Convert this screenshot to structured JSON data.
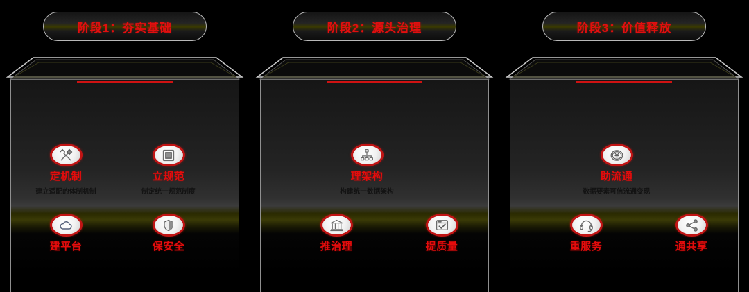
{
  "diagram": {
    "type": "three-phase-roadmap",
    "accent_red": "#e10f0f",
    "badge_border": "#c11414",
    "background": "#000000",
    "subtitle_color": "#121212"
  },
  "phases": [
    {
      "title": "阶段1：夯实基础",
      "items": [
        {
          "label": "定机制",
          "sub": "建立适配的体制机制",
          "icon": "crossed-tools-icon",
          "pos": "r1c1"
        },
        {
          "label": "立规范",
          "sub": "制定统一规范制度",
          "icon": "document-frame-icon",
          "pos": "r1c2"
        },
        {
          "label": "建平台",
          "sub": "",
          "icon": "cloud-icon",
          "pos": "r2c1"
        },
        {
          "label": "保安全",
          "sub": "",
          "icon": "shield-icon",
          "pos": "r2c2"
        }
      ]
    },
    {
      "title": "阶段2：源头治理",
      "items": [
        {
          "label": "理架构",
          "sub": "构建统一数据架构",
          "icon": "hierarchy-icon",
          "pos": "r1mid"
        },
        {
          "label": "推治理",
          "sub": "",
          "icon": "institution-icon",
          "pos": "r2a"
        },
        {
          "label": "提质量",
          "sub": "",
          "icon": "checkmark-window-icon",
          "pos": "r2b"
        }
      ]
    },
    {
      "title": "阶段3：价值释放",
      "items": [
        {
          "label": "助流通",
          "sub": "数据要素可信流通变现",
          "icon": "yen-coin-icon",
          "pos": "r1mid"
        },
        {
          "label": "重服务",
          "sub": "",
          "icon": "headset-icon",
          "pos": "r2a"
        },
        {
          "label": "通共享",
          "sub": "",
          "icon": "share-network-icon",
          "pos": "r2b"
        }
      ]
    }
  ]
}
